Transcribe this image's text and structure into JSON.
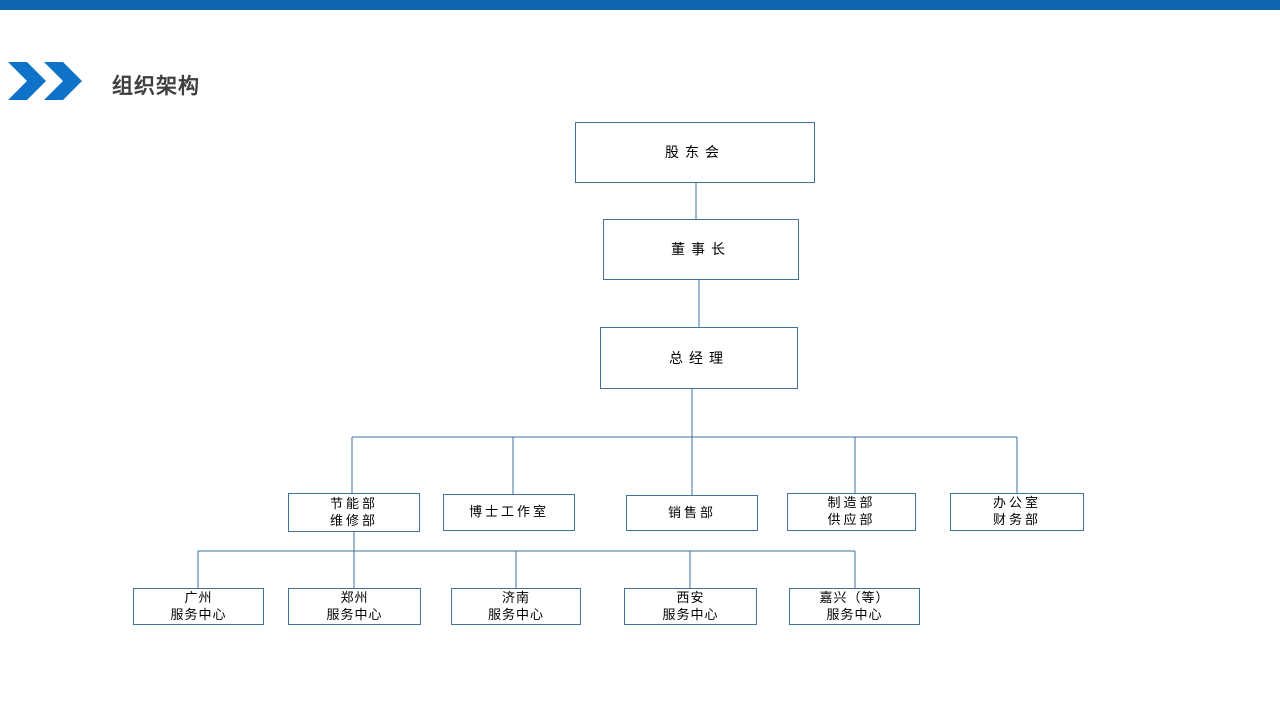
{
  "colors": {
    "top_bar": "#1065b0",
    "chevron": "#0e72c8",
    "line": "#41719c",
    "box_border": "#41719c",
    "title_text": "#3f3f3f",
    "node_text": "#000000"
  },
  "header": {
    "title": "组织架构"
  },
  "org_chart": {
    "nodes": {
      "shareholders": "股东会",
      "chairman": "董事长",
      "general_manager": "总经理",
      "energy_maintenance": "节能部\n维修部",
      "doctor_studio": "博士工作室",
      "sales": "销售部",
      "manufacturing_supply": "制造部\n供应部",
      "office_finance": "办公室\n财务部",
      "guangzhou_center": "广州\n服务中心",
      "zhengzhou_center": "郑州\n服务中心",
      "jinan_center": "济南\n服务中心",
      "xian_center": "西安\n服务中心",
      "jiaxing_center": "嘉兴（等）\n服务中心"
    },
    "hierarchy": [
      {
        "parent": "股东会",
        "children": [
          "董事长"
        ]
      },
      {
        "parent": "董事长",
        "children": [
          "总经理"
        ]
      },
      {
        "parent": "总经理",
        "children": [
          "节能部维修部",
          "博士工作室",
          "销售部",
          "制造部供应部",
          "办公室财务部"
        ]
      },
      {
        "parent": "节能部维修部",
        "children": [
          "广州服务中心",
          "郑州服务中心",
          "济南服务中心",
          "西安服务中心",
          "嘉兴（等）服务中心"
        ]
      }
    ]
  }
}
